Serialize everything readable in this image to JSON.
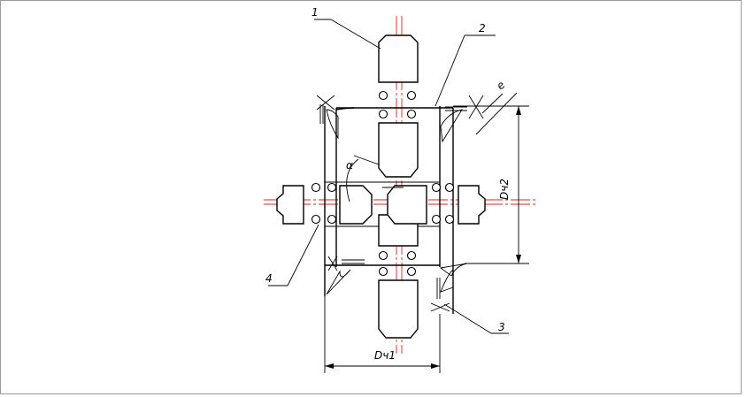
{
  "diagram": {
    "callouts": {
      "c1": "1",
      "c2": "2",
      "c3": "3",
      "c4": "4"
    },
    "symbols": {
      "angle": "α",
      "gap": "e",
      "d1": "Dч1",
      "d2": "Dч2"
    }
  }
}
